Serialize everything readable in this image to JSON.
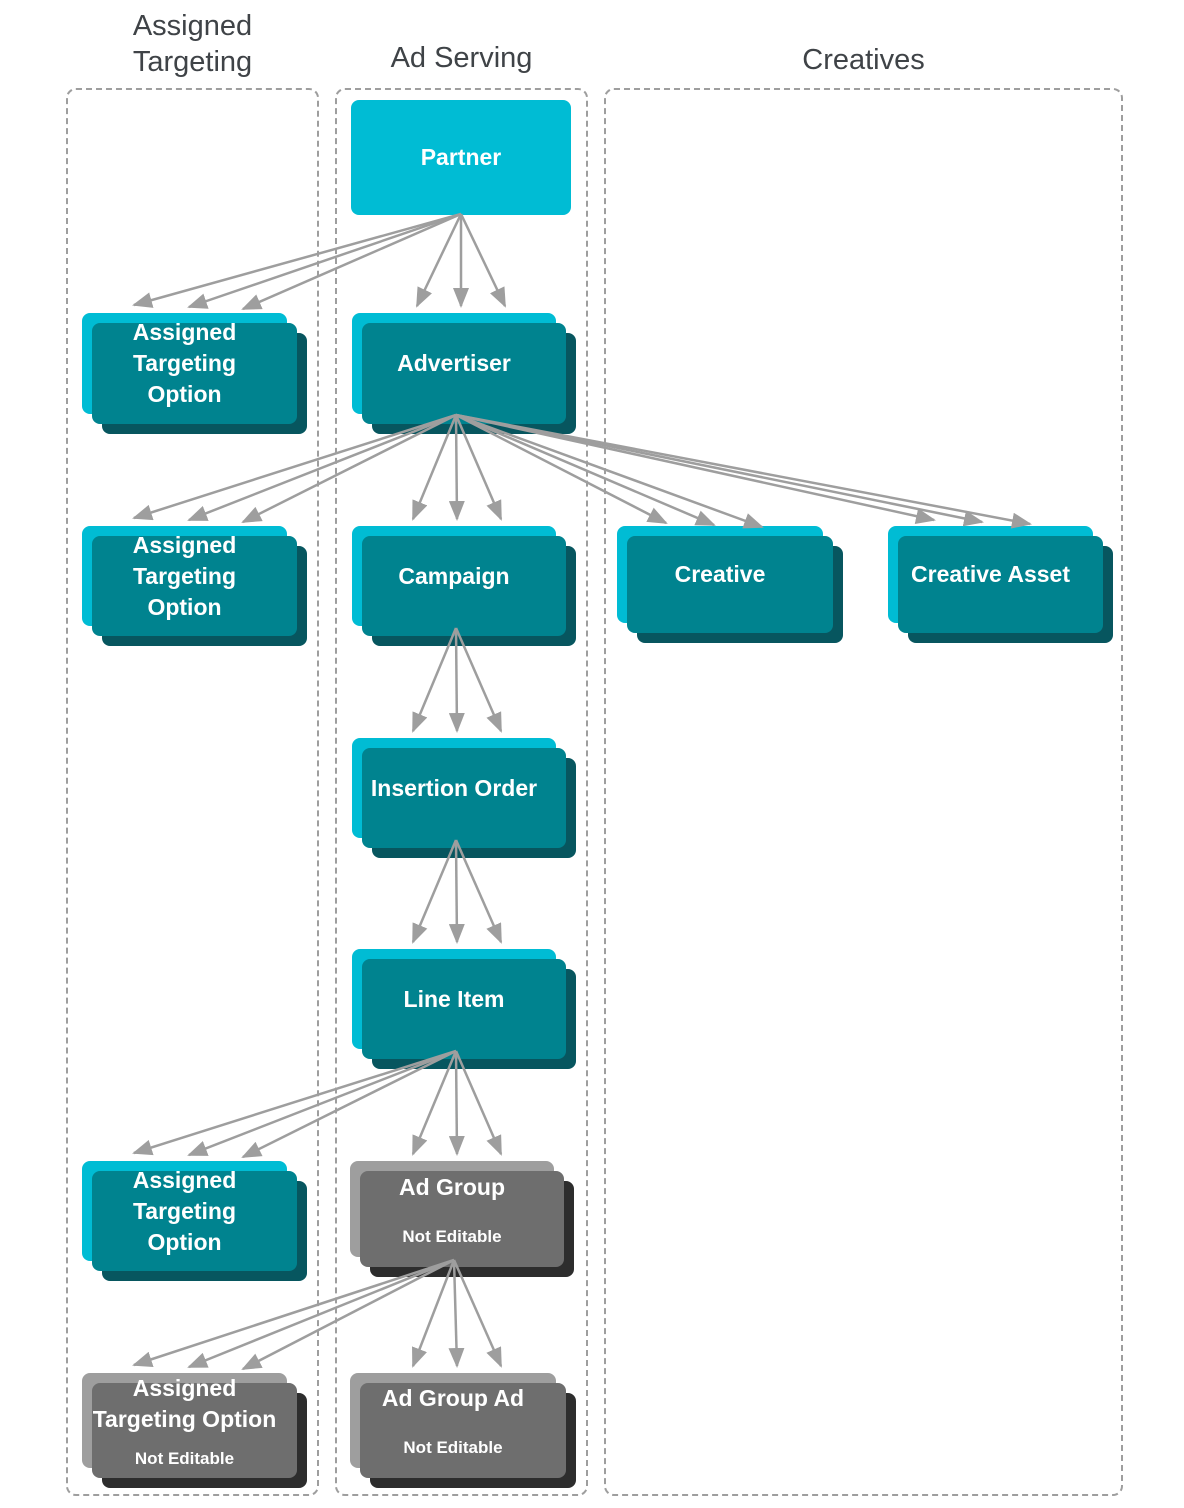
{
  "diagram": {
    "title_columns": [
      {
        "id": "assigned-targeting",
        "label": "Assigned\nTargeting"
      },
      {
        "id": "ad-serving",
        "label": "Ad Serving"
      },
      {
        "id": "creatives",
        "label": "Creatives"
      }
    ],
    "nodes": {
      "partner": {
        "label": "Partner",
        "status": "editable",
        "column": "ad-serving"
      },
      "ato_partner": {
        "label": "Assigned\nTargeting\nOption",
        "status": "editable",
        "column": "assigned-targeting"
      },
      "advertiser": {
        "label": "Advertiser",
        "status": "editable",
        "column": "ad-serving"
      },
      "ato_advertiser": {
        "label": "Assigned\nTargeting\nOption",
        "status": "editable",
        "column": "assigned-targeting"
      },
      "campaign": {
        "label": "Campaign",
        "status": "editable",
        "column": "ad-serving"
      },
      "creative": {
        "label": "Creative",
        "status": "editable",
        "column": "creatives"
      },
      "creative_asset": {
        "label": "Creative Asset",
        "status": "editable",
        "column": "creatives"
      },
      "insertion_order": {
        "label": "Insertion Order",
        "status": "editable",
        "column": "ad-serving"
      },
      "line_item": {
        "label": "Line Item",
        "status": "editable",
        "column": "ad-serving"
      },
      "ato_line_item": {
        "label": "Assigned\nTargeting\nOption",
        "status": "editable",
        "column": "assigned-targeting"
      },
      "ad_group": {
        "label": "Ad Group",
        "sublabel": "Not Editable",
        "status": "not-editable",
        "column": "ad-serving"
      },
      "ato_ad_group": {
        "label": "Assigned\nTargeting Option",
        "sublabel": "Not Editable",
        "status": "not-editable",
        "column": "assigned-targeting"
      },
      "ad_group_ad": {
        "label": "Ad Group Ad",
        "sublabel": "Not Editable",
        "status": "not-editable",
        "column": "ad-serving"
      }
    },
    "edges": [
      {
        "from": "partner",
        "to": "ato_partner",
        "cardinality": "one-to-many"
      },
      {
        "from": "partner",
        "to": "advertiser",
        "cardinality": "one-to-many"
      },
      {
        "from": "advertiser",
        "to": "ato_advertiser",
        "cardinality": "one-to-many"
      },
      {
        "from": "advertiser",
        "to": "campaign",
        "cardinality": "one-to-many"
      },
      {
        "from": "advertiser",
        "to": "creative",
        "cardinality": "one-to-many"
      },
      {
        "from": "advertiser",
        "to": "creative_asset",
        "cardinality": "one-to-many"
      },
      {
        "from": "campaign",
        "to": "insertion_order",
        "cardinality": "one-to-many"
      },
      {
        "from": "insertion_order",
        "to": "line_item",
        "cardinality": "one-to-many"
      },
      {
        "from": "line_item",
        "to": "ato_line_item",
        "cardinality": "one-to-many"
      },
      {
        "from": "line_item",
        "to": "ad_group",
        "cardinality": "one-to-many"
      },
      {
        "from": "ad_group",
        "to": "ato_ad_group",
        "cardinality": "one-to-many"
      },
      {
        "from": "ad_group",
        "to": "ad_group_ad",
        "cardinality": "one-to-many"
      }
    ],
    "colors": {
      "editable_box": "#00bcd4",
      "editable_stack_mid": "#00838f",
      "editable_stack_back": "#07565f",
      "not_editable_box": "#9e9e9e",
      "not_editable_stack_mid": "#6e6e6e",
      "not_editable_stack_back": "#2d2d2d",
      "arrow": "#9e9e9e",
      "dashed_border": "#9e9e9e",
      "title_text": "#3f4347",
      "box_text": "#ffffff"
    }
  }
}
